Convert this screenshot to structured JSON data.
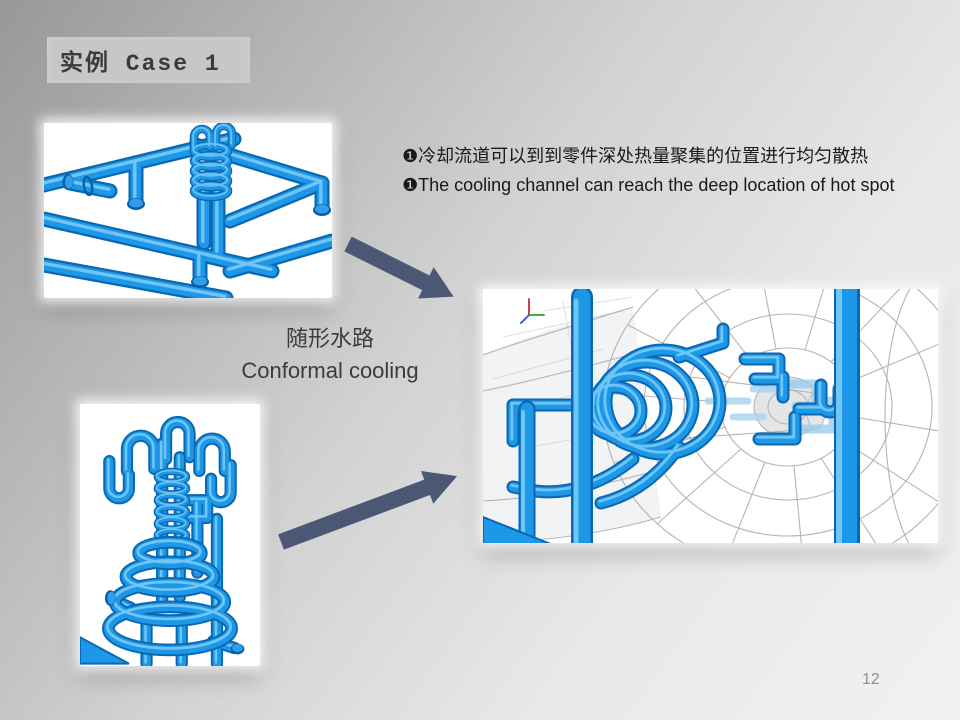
{
  "slide": {
    "title": "实例 Case 1",
    "bullets": [
      "❶冷却流道可以到到零件深处热量聚集的位置进行均匀散热",
      "❶The cooling channel can reach the deep location of hot spot"
    ],
    "center_label": {
      "zh": "随形水路",
      "en": "Conformal cooling"
    },
    "page_number": "12",
    "colors": {
      "pipe_blue": "#1d97e7",
      "pipe_blue_dark": "#0a67b2",
      "pipe_blue_highlight": "#74c8f6",
      "ghost_pipe_blue": "#98ccec",
      "arrow_slate": "#4a5874",
      "wireframe_gray": "#a9adb2",
      "title_box_gray": "#c7c7c7",
      "background_dark": "#989898",
      "background_light": "#f1f1f1",
      "text_dark": "#191919"
    }
  }
}
